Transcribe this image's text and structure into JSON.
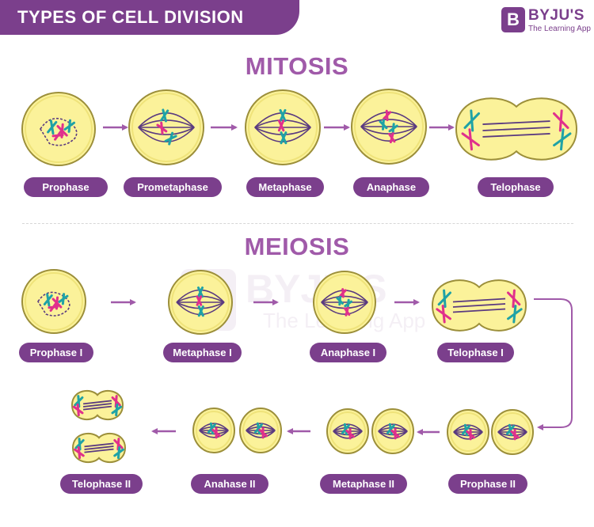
{
  "header": {
    "title": "TYPES OF CELL DIVISION"
  },
  "brand": {
    "badge_letter": "B",
    "name": "BYJU'S",
    "tagline": "The Learning App"
  },
  "watermark": {
    "badge_letter": "B",
    "name": "BYJU'S",
    "tagline": "The Learning App"
  },
  "mitosis": {
    "title": "MITOSIS",
    "stages": [
      "Prophase",
      "Prometaphase",
      "Metaphase",
      "Anaphase",
      "Telophase"
    ]
  },
  "meiosis": {
    "title": "MEIOSIS",
    "row1": [
      "Prophase I",
      "Metaphase I",
      "Anaphase I",
      "Telophase I"
    ],
    "row2": [
      "Prophase II",
      "Metaphase II",
      "Anahase II",
      "Telophase II"
    ]
  },
  "colors": {
    "brand_purple": "#7b3f8c",
    "title_purple": "#a05aa9",
    "cell_fill": "#fbf29a",
    "cell_outline": "#9c8f3a",
    "spindle": "#5a3a80",
    "chromosome_teal": "#1fa2a6",
    "chromosome_pink": "#e0308c",
    "arrow": "#a05aa9"
  },
  "icons": [
    "cell-icon",
    "arrow-right-icon",
    "arrow-left-icon",
    "curved-arrow-icon"
  ]
}
